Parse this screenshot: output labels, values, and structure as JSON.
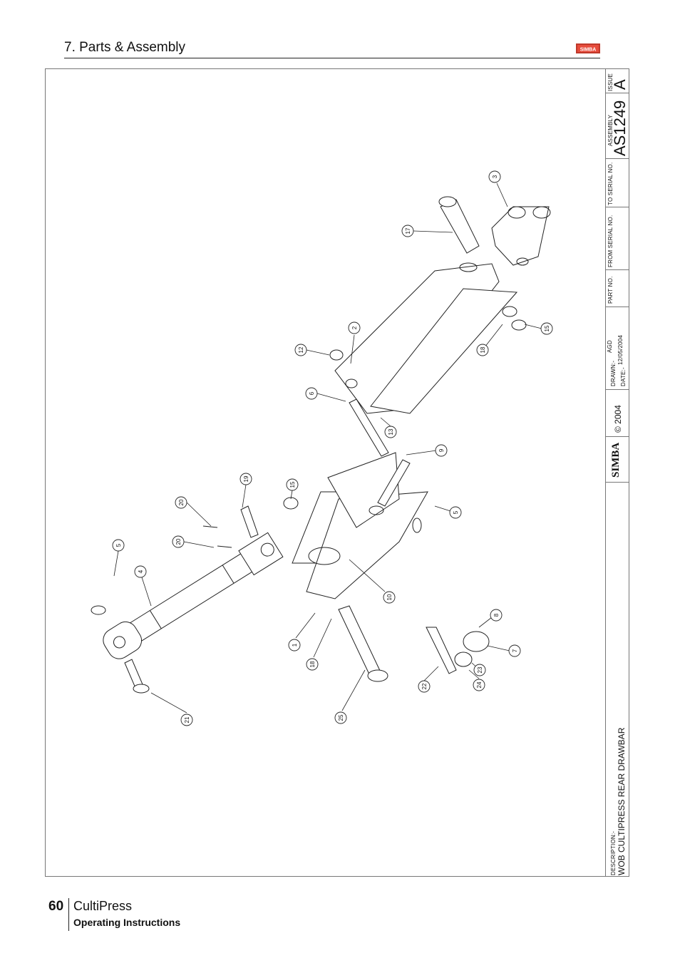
{
  "header": {
    "section_title": "7. Parts & Assembly",
    "logo_text": "SIMBA"
  },
  "title_block": {
    "issue_label": "ISSUE",
    "issue_value": "A",
    "assembly_label": "ASSEMBLY",
    "assembly_value": "AS1249",
    "to_serial_label": "TO SERIAL NO.",
    "from_serial_label": "FROM SERIAL NO.",
    "part_no_label": "PART NO.",
    "drawn_label": "DRAWN:-",
    "drawn_value": "AGD",
    "date_label": "DATE:-",
    "date_value": "12/05/2004",
    "copyright": "© 2004",
    "logo_text": "SIMBA",
    "description_label": "DESCRIPTION:-",
    "description_value": "WOB CULTIPRESS REAR DRAWBAR"
  },
  "callouts": [
    "3",
    "17",
    "15",
    "18",
    "2",
    "12",
    "6",
    "13",
    "9",
    "5",
    "15",
    "19",
    "20",
    "20",
    "5",
    "4",
    "10",
    "1",
    "18",
    "25",
    "21",
    "8",
    "7",
    "23",
    "24",
    "22"
  ],
  "footer": {
    "page_number": "60",
    "product": "CultiPress",
    "subtitle": "Operating Instructions"
  },
  "colors": {
    "line": "#222222",
    "frame": "#777777",
    "logo": "#c0392b"
  }
}
